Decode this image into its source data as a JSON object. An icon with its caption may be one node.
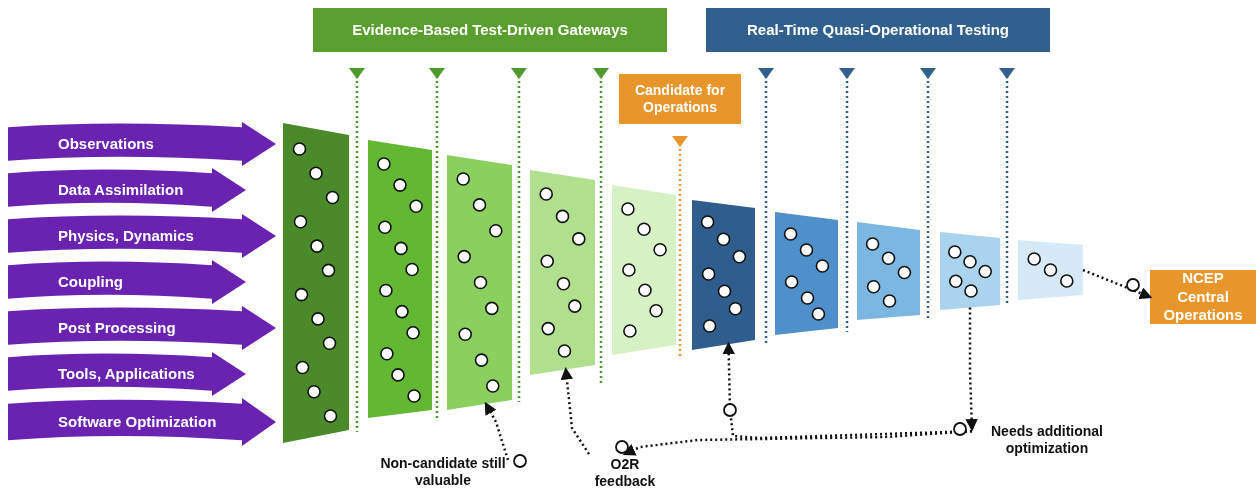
{
  "diagram": {
    "nodes": [
      {
        "text": [
          "Observations"
        ]
      },
      {
        "text": [
          "Data Assimilation"
        ]
      },
      {
        "text": [
          "Physics, Dynamics"
        ]
      },
      {
        "text": [
          "Coupling"
        ]
      },
      {
        "text": [
          "Post Processing"
        ]
      },
      {
        "text": [
          "Tools, Applications"
        ]
      },
      {
        "text": [
          "Software Optimization"
        ]
      },
      {
        "text": [],
        "shape": "trapezoid"
      },
      {
        "text": [],
        "shape": "trapezoid"
      },
      {
        "text": [],
        "shape": "trapezoid"
      },
      {
        "text": [],
        "shape": "trapezoid"
      },
      {
        "text": [],
        "shape": "trapezoid"
      },
      {
        "text": [],
        "shape": "trapezoid"
      },
      {
        "text": [],
        "shape": "trapezoid"
      },
      {
        "text": [],
        "shape": "trapezoid"
      },
      {
        "text": [],
        "shape": "trapezoid"
      },
      {
        "text": [],
        "shape": "trapezoid"
      },
      {
        "text": [
          "NCEP Central Operations"
        ]
      },
      {
        "text": [
          "Evidence-Based Test-Driven Gateways"
        ]
      },
      {
        "text": [
          "Real-Time Quasi-Operational Testing"
        ]
      },
      {
        "text": [
          "Candidate for Operations"
        ]
      },
      {
        "text": [
          "Needs additional optimization"
        ]
      },
      {
        "text": [
          "O2R feedback"
        ]
      },
      {
        "text": [
          "Non-candidate still valuable"
        ]
      }
    ],
    "edges": [
      {
        "from": 16,
        "to": 17,
        "arrow": "to"
      },
      {
        "from": 15,
        "to": 21,
        "arrow": "to"
      },
      {
        "from": 21,
        "to": 12,
        "arrow": "to"
      },
      {
        "from": 21,
        "to": 22,
        "arrow": "to"
      },
      {
        "from": 22,
        "to": 10,
        "arrow": "to"
      },
      {
        "from": 23,
        "to": 9,
        "arrow": "to"
      }
    ]
  }
}
